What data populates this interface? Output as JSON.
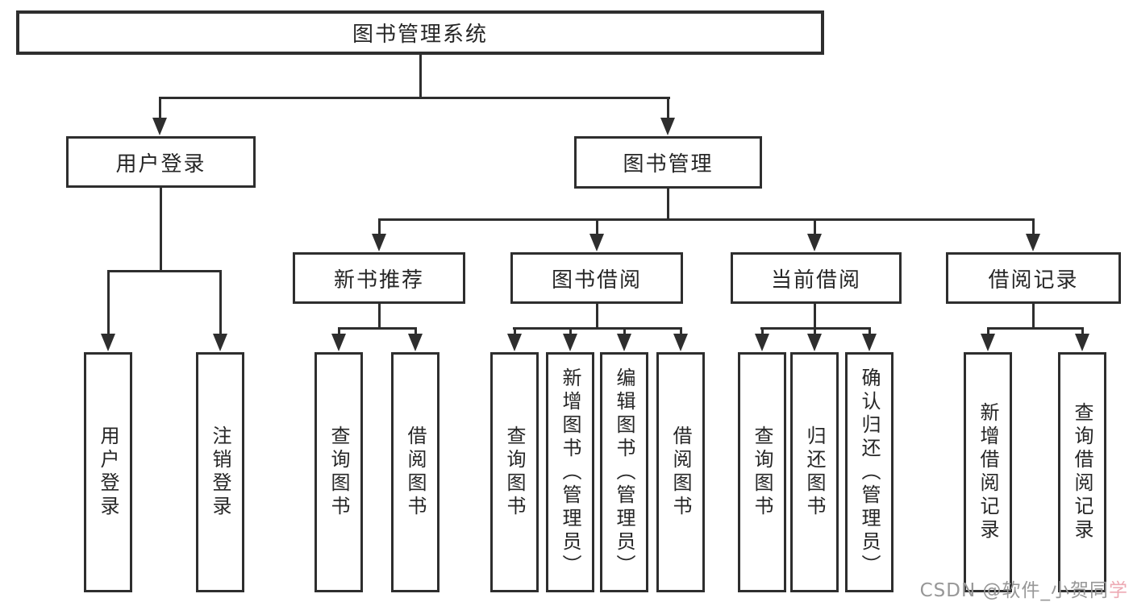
{
  "diagram_type": "hierarchy-tree",
  "tree": {
    "label": "图书管理系统",
    "children": [
      {
        "label": "用户登录",
        "children": [
          {
            "label": "用户登录"
          },
          {
            "label": "注销登录"
          }
        ]
      },
      {
        "label": "图书管理",
        "children": [
          {
            "label": "新书推荐",
            "children": [
              {
                "label": "查询图书"
              },
              {
                "label": "借阅图书"
              }
            ]
          },
          {
            "label": "图书借阅",
            "children": [
              {
                "label": "查询图书"
              },
              {
                "label": "新增图书（管理员）"
              },
              {
                "label": "编辑图书（管理员）"
              },
              {
                "label": "借阅图书"
              }
            ]
          },
          {
            "label": "当前借阅",
            "children": [
              {
                "label": "查询图书"
              },
              {
                "label": "归还图书"
              },
              {
                "label": "确认归还（管理员）"
              }
            ]
          },
          {
            "label": "借阅记录",
            "children": [
              {
                "label": "新增借阅记录"
              },
              {
                "label": "查询借阅记录"
              }
            ]
          }
        ]
      }
    ]
  },
  "watermark": {
    "text": "CSDN @软件_小贺同",
    "accent": "学",
    "color": "#979797",
    "accent_color": "#edaab4"
  },
  "colors": {
    "line": "#2e2e2e",
    "box_border": "#2e2e2e",
    "box_fill": "#ffffff",
    "text": "#262626",
    "background": "#ffffff"
  }
}
